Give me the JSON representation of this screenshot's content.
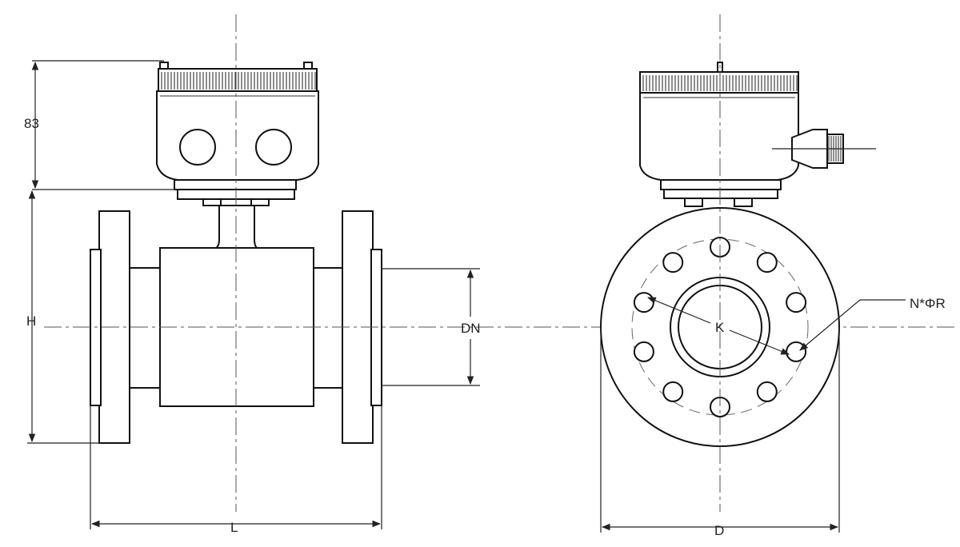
{
  "labels": {
    "dim_83": "83",
    "dim_h": "H",
    "dim_l": "L",
    "dim_dn": "DN",
    "dim_d": "D",
    "dim_k": "K",
    "dim_bolt": "N*ΦR"
  }
}
